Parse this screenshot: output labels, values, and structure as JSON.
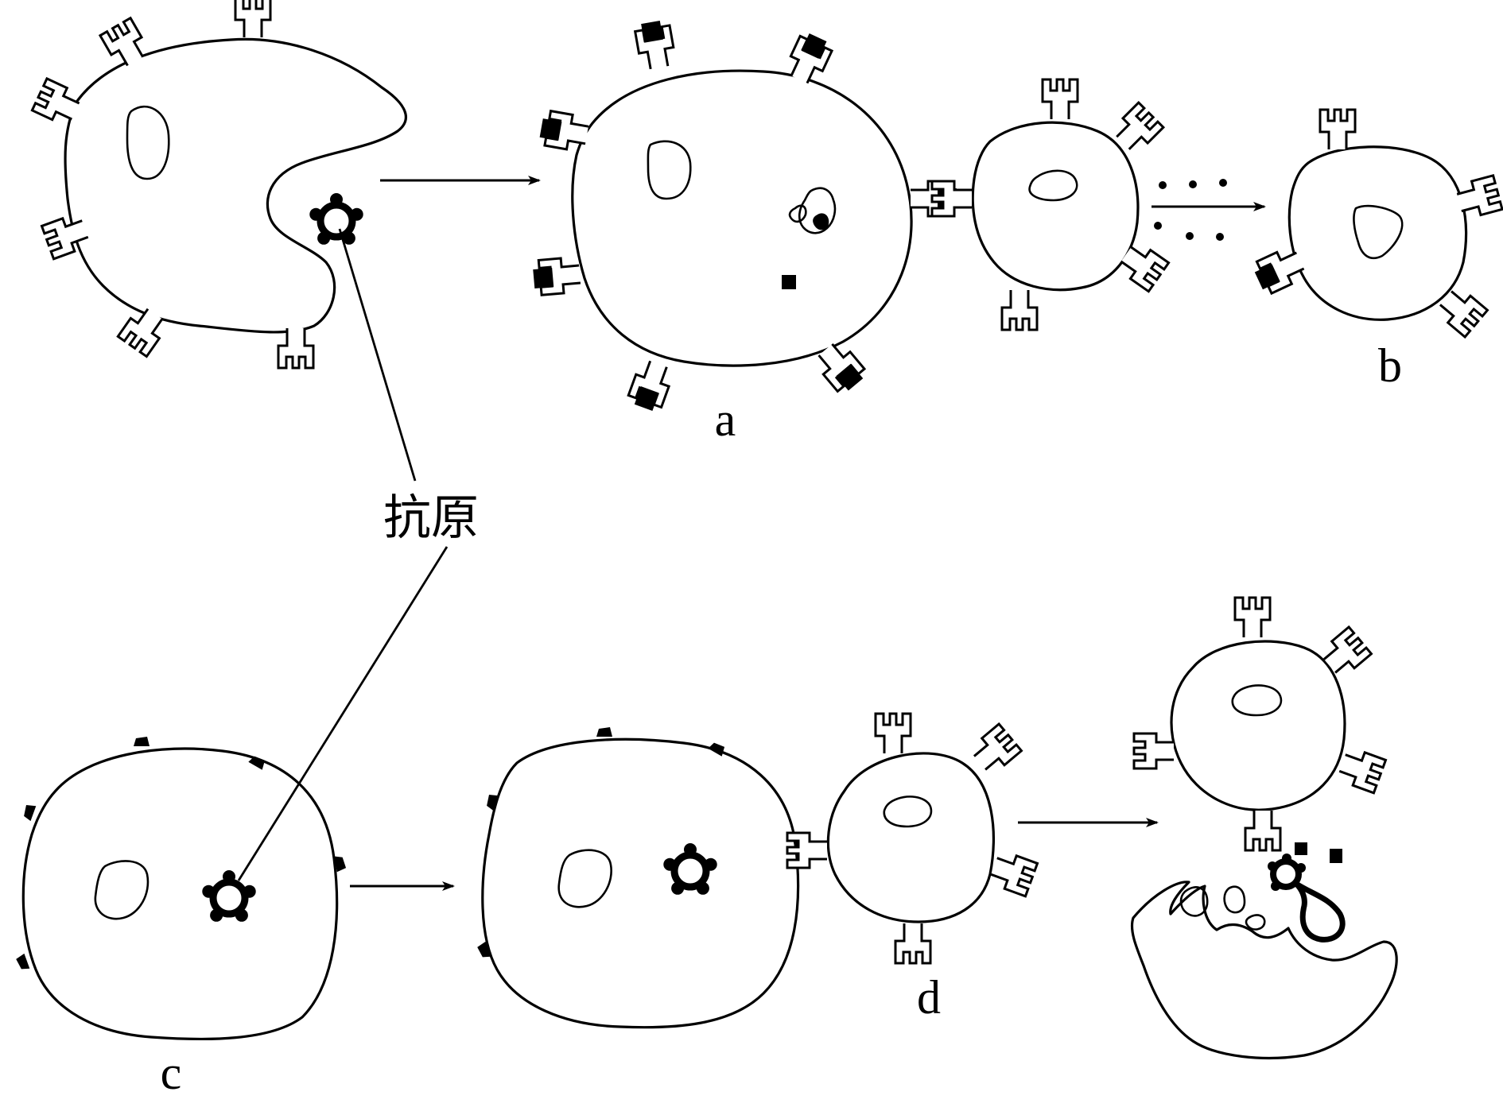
{
  "labels": {
    "a": "a",
    "b": "b",
    "c": "c",
    "d": "d",
    "antigen": "抗原"
  },
  "colors": {
    "ink": "#000000",
    "background": "#ffffff"
  }
}
